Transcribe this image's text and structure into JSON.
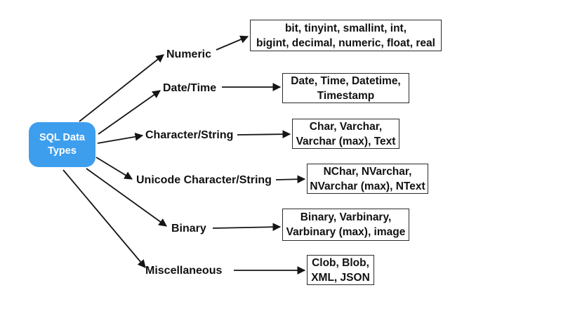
{
  "diagram": {
    "root": {
      "label": "SQL Data\nTypes",
      "fill_color": "#3d9eee",
      "text_color": "#ffffff"
    },
    "arrow_color": "#151515",
    "categories": [
      {
        "label": "Numeric",
        "types": "bit, tinyint, smallint, int,\nbigint, decimal, numeric, float, real"
      },
      {
        "label": "Date/Time",
        "types": "Date, Time, Datetime,\nTimestamp"
      },
      {
        "label": "Character/String",
        "types": "Char, Varchar,\nVarchar (max), Text"
      },
      {
        "label": "Unicode Character/String",
        "types": "NChar, NVarchar,\nNVarchar (max), NText"
      },
      {
        "label": "Binary",
        "types": "Binary, Varbinary,\nVarbinary (max), image"
      },
      {
        "label": "Miscellaneous",
        "types": "Clob, Blob,\nXML, JSON"
      }
    ]
  }
}
